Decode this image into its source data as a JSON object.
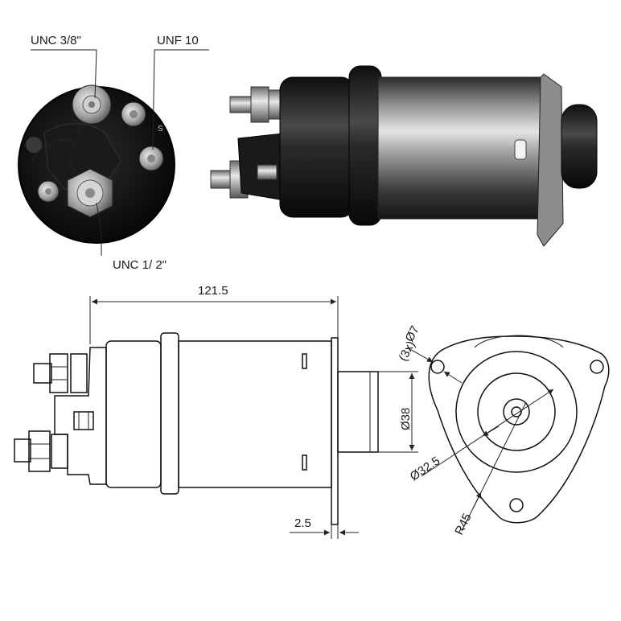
{
  "callouts": {
    "thread_top_left": "UNC 3/8\"",
    "thread_top_right": "UNF 10",
    "thread_bottom": "UNC 1/ 2\""
  },
  "dimensions": {
    "overall_length": "121.5",
    "flange_thickness": "2.5",
    "nose_diameter": "Ø38",
    "bore_diameter": "Ø32.5",
    "flange_radius": "R45",
    "hole_diameter": "Ø7",
    "hole_count": "(3x)"
  },
  "colors": {
    "metal_dark": "#1b1b1b",
    "metal_mid": "#6e6e6e",
    "metal_light": "#d8d8d8",
    "line": "#222222"
  }
}
